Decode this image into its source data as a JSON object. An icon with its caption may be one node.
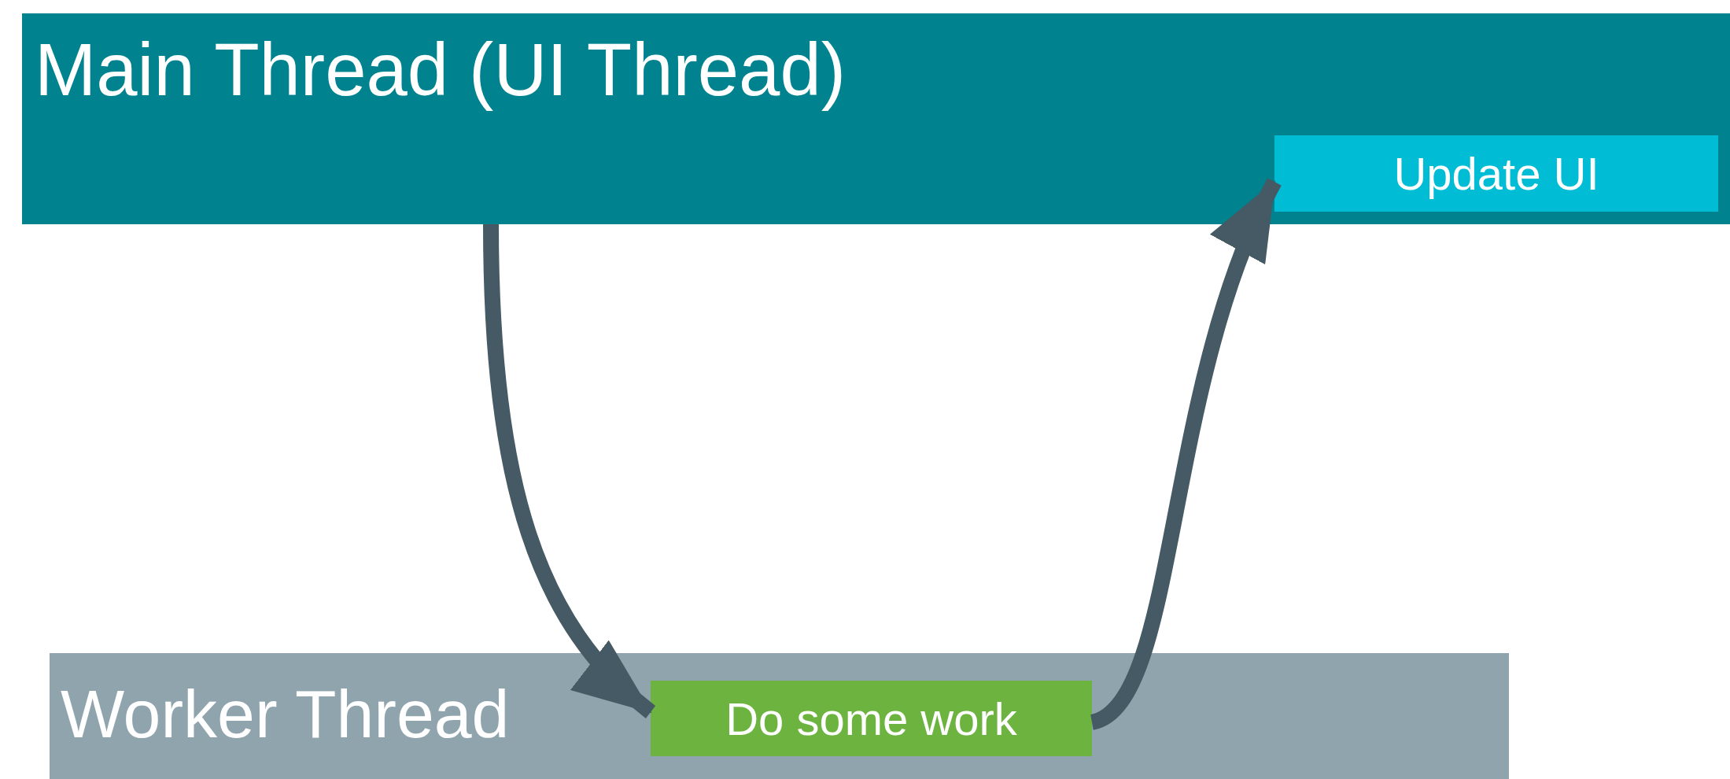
{
  "diagram": {
    "nodes": [
      {
        "text": [
          "Main Thread (UI Thread)"
        ]
      },
      {
        "text": [
          "Update UI"
        ],
        "in": 0
      },
      {
        "text": [
          "Worker Thread"
        ]
      },
      {
        "text": [
          "Do some work"
        ],
        "in": 2
      }
    ],
    "edges": [
      {
        "from": 0,
        "to": 3,
        "arrow": "to"
      },
      {
        "from": 3,
        "to": 1,
        "arrow": "to"
      }
    ]
  }
}
